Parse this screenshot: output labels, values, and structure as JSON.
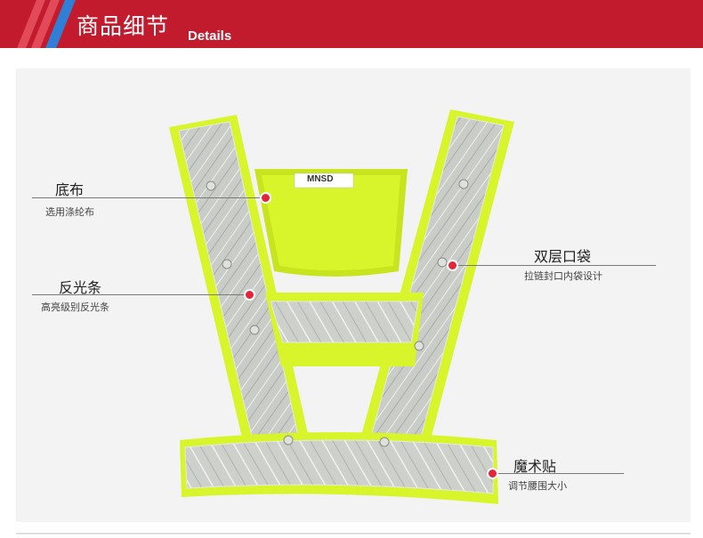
{
  "header": {
    "title_cn": "商品细节",
    "title_en": "Details"
  },
  "product": {
    "label_tag": "MNSD"
  },
  "callouts": [
    {
      "name": "底布",
      "desc": "选用涤纶布"
    },
    {
      "name": "反光条",
      "desc": "高亮级别反光条"
    },
    {
      "name": "双层口袋",
      "desc": "拉链封口内袋设计"
    },
    {
      "name": "魔术贴",
      "desc": "调节腰围大小"
    }
  ],
  "colors": {
    "banner": "#c31b2e",
    "vest": "#d7f52a",
    "reflective": "#c9ccc7",
    "marker": "#e3243b"
  }
}
